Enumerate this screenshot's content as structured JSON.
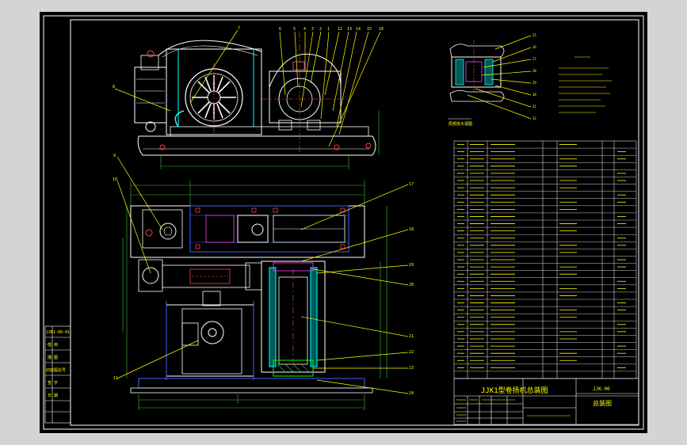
{
  "drawing": {
    "title_block": {
      "name": "JJK1型卷扬机总装图",
      "drawing_no": "JJK-00",
      "category": "总装图"
    },
    "left_strip_labels": [
      "JJK1-00-01",
      "借 用",
      "描 图",
      "旧底图总号",
      "签 字",
      "日 期"
    ],
    "view_labels": {
      "detail": "局部放大视图"
    },
    "colors": {
      "background": "#000000",
      "outline": "#ffffff",
      "section": "#00ffff",
      "callout": "#ffff00",
      "centerline": "#ff4040",
      "hatch": "#00ff00",
      "dimension": "#40c040",
      "hidden": "#4060ff",
      "accent": "#ff40ff"
    }
  }
}
